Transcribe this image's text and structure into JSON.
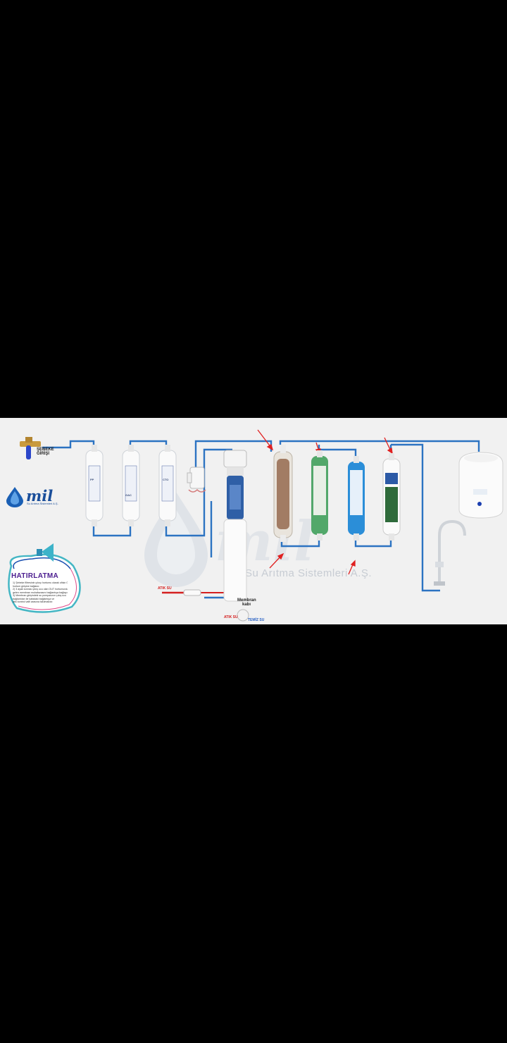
{
  "brand": {
    "logo_text": "mil",
    "logo_sub": "Su Arıtma Sistemleri A.Ş.",
    "watermark_text": "Su Arıtma Sistemleri A.Ş.",
    "watermark_mark": "mil"
  },
  "labels": {
    "inlet_line1": "ŞEBEKE",
    "inlet_line2": "GİRİŞİ",
    "waste_water_1": "ATIK SU",
    "waste_water_2": "ATIK SU",
    "membrane_line1": "Membran",
    "membrane_line2": "kabı",
    "clean_water": "TEMİZ SU"
  },
  "filters": {
    "f1": "PP",
    "f2": "GAC",
    "f3": "CTO"
  },
  "reminder": {
    "title": "HATIRLATMA",
    "lines": [
      "1) Şebeke filtresinin çıkışı hortumu olarak ofisin GİR",
      "hortum girişine bağlanır.",
      "2) 3 ayak sonrası çıkış ucu olan OUT hortumundan",
      "gelen membran muhafazasını bağlantıya bağlayın.",
      "3) Membran girişindeki su pompasının çıkış ucu",
      "bağlantıları ile kafadaki bağlantıya ve",
      "atık kontrol valfi arasına takılmalıdır."
    ]
  },
  "colors": {
    "pipe": "#2c73c2",
    "arrow": "#e02020",
    "background": "#f1f1f1"
  }
}
